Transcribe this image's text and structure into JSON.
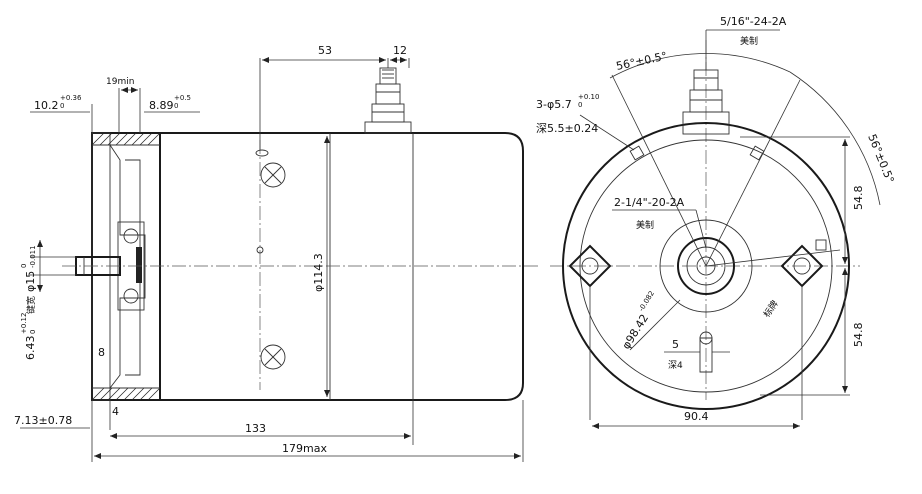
{
  "side_view": {
    "dims": {
      "d53": "53",
      "d12": "12",
      "d19": "19min",
      "d10_2": "10.2",
      "d10_2_tol_upper": "+0.36",
      "d10_2_tol_lower": "0",
      "d8_89": "8.89",
      "d8_89_tol_upper": "+0.5",
      "d8_89_tol_lower": "0",
      "phi15": "φ15",
      "phi15_tol_upper": "0",
      "phi15_tol_lower": "-0.011",
      "d6_43": "6.43",
      "d6_43_tol_upper": "+0.12",
      "d6_43_tol_lower": "0",
      "key_note": "键宽",
      "phi114": "φ114.3",
      "d8": "8",
      "d4": "4",
      "d7_13": "7.13±0.78",
      "d133": "133",
      "d179": "179max"
    }
  },
  "end_view": {
    "dims": {
      "thread_top": "5/16\"-24-2A",
      "thread_top_note": "美制",
      "angle_left": "56°±0.5°",
      "angle_right": "56°±0.5°",
      "holes": "3-φ5.7",
      "holes_tol_upper": "+0.10",
      "holes_tol_lower": "0",
      "holes_depth": "深5.5±0.24",
      "thread_mid": "2-1/4\"-20-2A",
      "thread_mid_note": "美制",
      "phi98": "φ98.42",
      "phi98_tol": "-0.082",
      "d54_upper": "54.8",
      "d54_lower": "54.8",
      "d5": "5",
      "depth4": "深4",
      "d90_4": "90.4",
      "aux_note": "标牌"
    }
  }
}
